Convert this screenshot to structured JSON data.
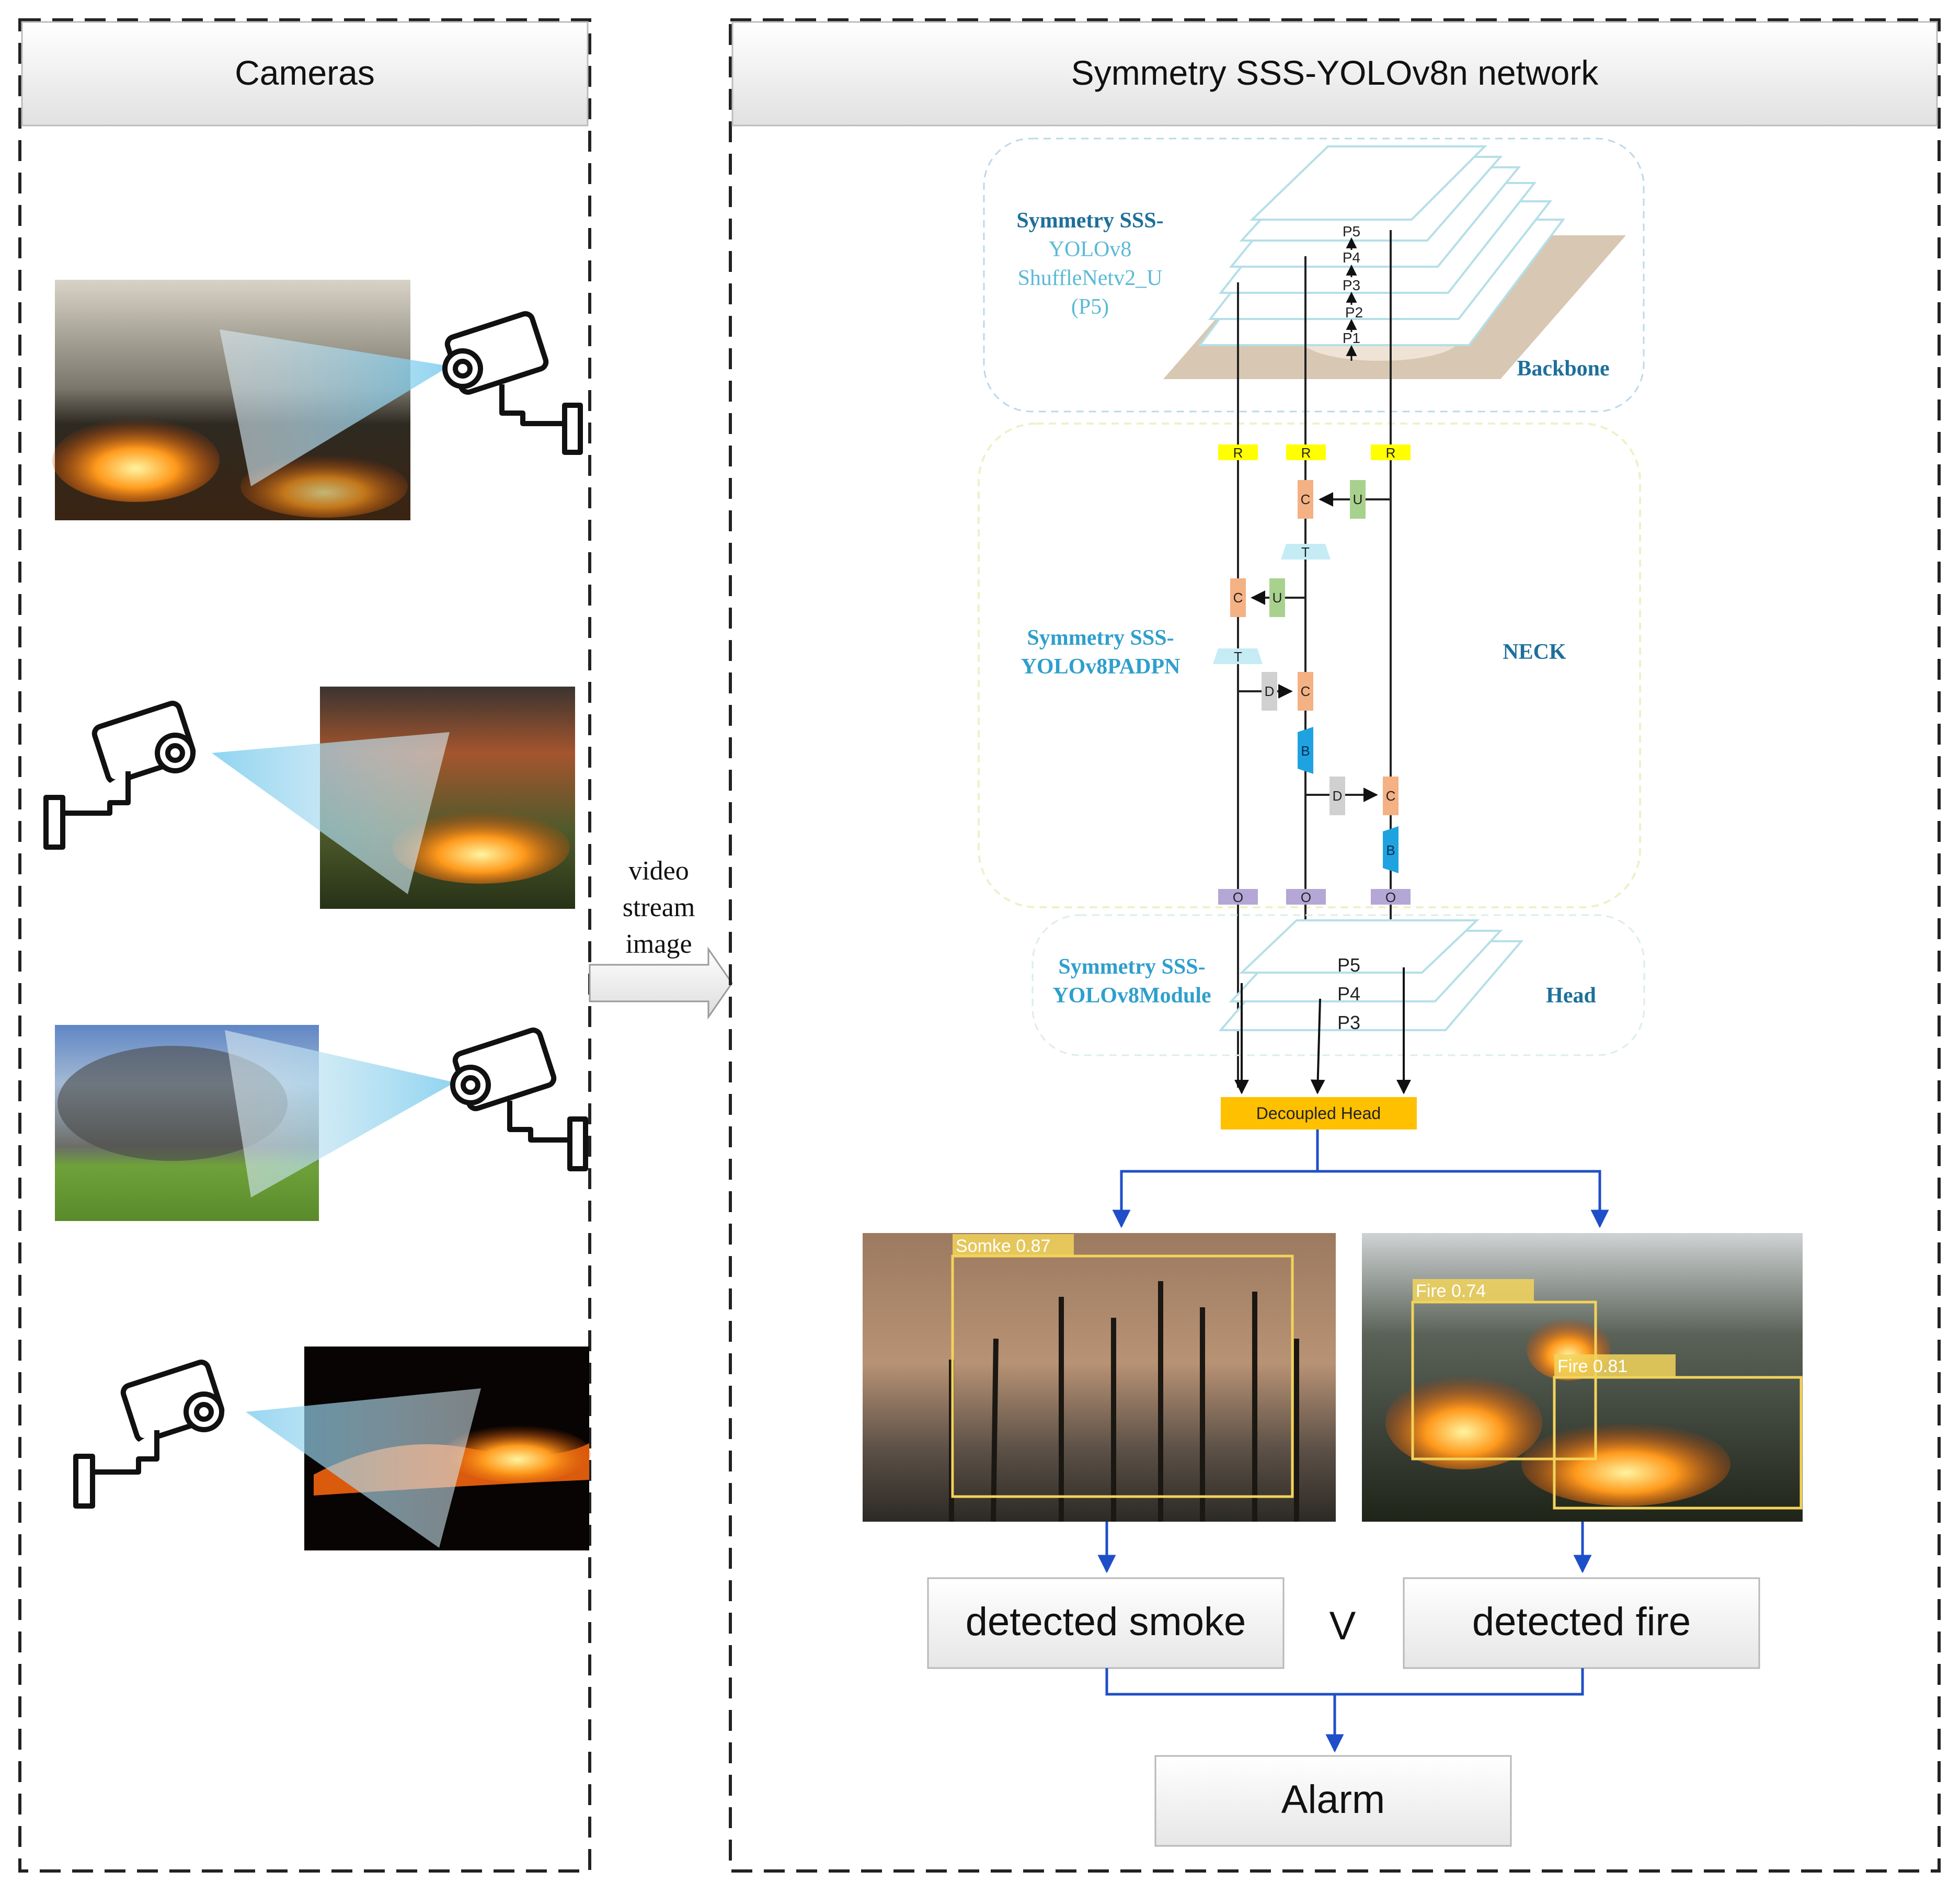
{
  "left_panel": {
    "title": "Cameras"
  },
  "right_panel": {
    "title": "Symmetry SSS-YOLOv8n network"
  },
  "arrow_label": [
    "video",
    "stream",
    "image"
  ],
  "backbone": {
    "name_lines": [
      "Symmetry SSS-",
      "YOLOv8",
      "ShuffleNetv2_U",
      "(P5)"
    ],
    "tag": "Backbone",
    "levels": [
      "P5",
      "P4",
      "P3",
      "P2",
      "P1"
    ]
  },
  "neck": {
    "name_lines": [
      "Symmetry SSS-",
      "YOLOv8PADPN"
    ],
    "tag": "NECK",
    "blocks": {
      "r": "R",
      "c": "C",
      "u": "U",
      "t": "T",
      "d": "D",
      "b": "B",
      "o": "O"
    }
  },
  "head": {
    "name_lines": [
      "Symmetry SSS-",
      "YOLOv8Module"
    ],
    "tag": "Head",
    "levels": [
      "P5",
      "P4",
      "P3"
    ]
  },
  "decoupled_head": "Decoupled Head",
  "detections": {
    "smoke_label": "Somke 0.87",
    "fire_labels": [
      "Fire 0.74",
      "Fire 0.81"
    ]
  },
  "outputs": {
    "smoke": "detected smoke",
    "or_symbol": "V",
    "fire": "detected fire",
    "alarm": "Alarm"
  },
  "colors": {
    "border": "#222222",
    "blue_arrow": "#1f4fc8",
    "backbone_text": "#5bb9d6",
    "dark_blue_text": "#1d6f9a",
    "decoupled_head": "#ffc000",
    "r_block": "#ffff00",
    "c_block": "#f4b183",
    "u_block": "#a9d18e",
    "t_block": "#c5ecf5",
    "d_block": "#d0d0d0",
    "b_block": "#1fa3e0",
    "o_block": "#b4a7d6",
    "detection_box": "#f2d35a"
  }
}
